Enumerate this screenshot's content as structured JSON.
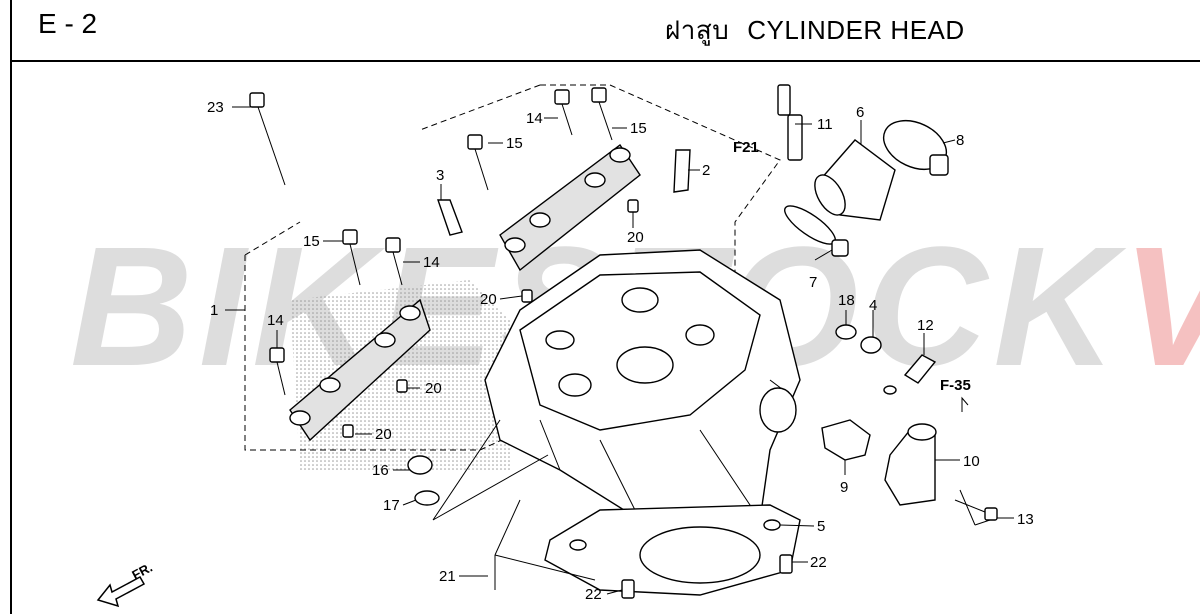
{
  "header": {
    "section_code": "E - 2",
    "title_thai": "ฝาสูบ",
    "title_en": "CYLINDER HEAD"
  },
  "watermark": {
    "part1": "BIKESTOCK",
    "part2": "VN"
  },
  "parts": {
    "p1": "1",
    "p2": "2",
    "p3": "3",
    "p4": "4",
    "p5": "5",
    "p6": "6",
    "p7": "7",
    "p8": "8",
    "p9": "9",
    "p10": "10",
    "p11": "11",
    "p12": "12",
    "p13": "13",
    "p14a": "14",
    "p14b": "14",
    "p14c": "14",
    "p15a": "15",
    "p15b": "15",
    "p15c": "15",
    "p16": "16",
    "p17": "17",
    "p18": "18",
    "p20a": "20",
    "p20b": "20",
    "p20c": "20",
    "p20d": "20",
    "p21": "21",
    "p22a": "22",
    "p22b": "22",
    "p23": "23"
  },
  "refs": {
    "f21": "F21",
    "f35": "F-35"
  },
  "direction": {
    "front": "FR."
  }
}
